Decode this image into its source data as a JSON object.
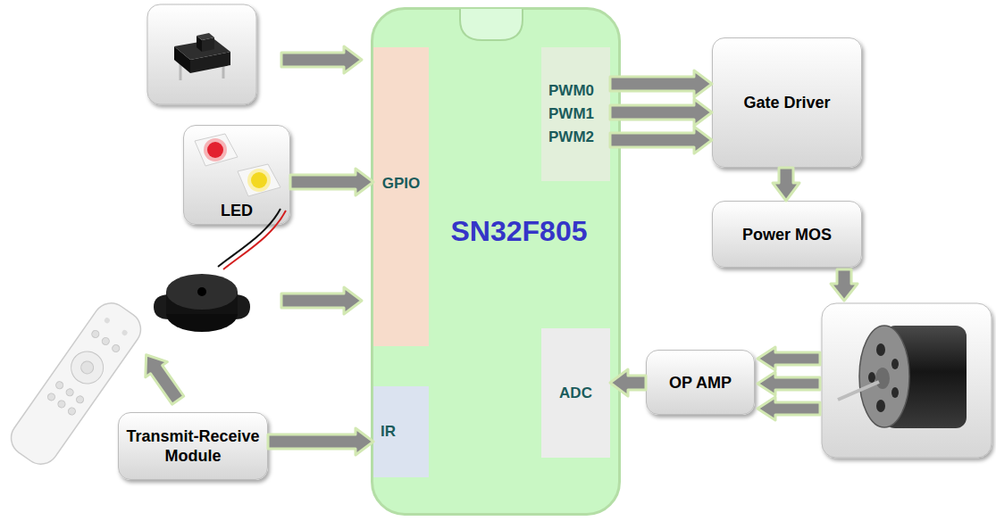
{
  "diagram": {
    "nodes": [
      {
        "text": [
          "SN32F805"
        ]
      },
      {
        "text": [
          "GPIO"
        ],
        "in": 0
      },
      {
        "text": [
          "PWM0 PWM1 PWM2"
        ],
        "in": 0
      },
      {
        "text": [
          "ADC"
        ],
        "in": 0
      },
      {
        "text": [
          "IR"
        ],
        "in": 0
      },
      {
        "text": [
          "LED"
        ]
      },
      {
        "text": [
          "Gate Driver"
        ]
      },
      {
        "text": [
          "Power MOS"
        ]
      },
      {
        "text": [
          "OP AMP"
        ]
      },
      {
        "text": [
          "Transmit-Receive Module"
        ]
      }
    ],
    "edges": [
      {
        "from": 5,
        "to": 1,
        "arrow": "to"
      },
      {
        "from": 2,
        "to": 6,
        "arrow": "to"
      },
      {
        "from": 2,
        "to": 6,
        "arrow": "to"
      },
      {
        "from": 2,
        "to": 6,
        "arrow": "to"
      },
      {
        "from": 6,
        "to": 7,
        "arrow": "to"
      },
      {
        "from": 8,
        "to": 3,
        "arrow": "to"
      },
      {
        "from": 9,
        "to": 4,
        "arrow": "to"
      }
    ]
  }
}
